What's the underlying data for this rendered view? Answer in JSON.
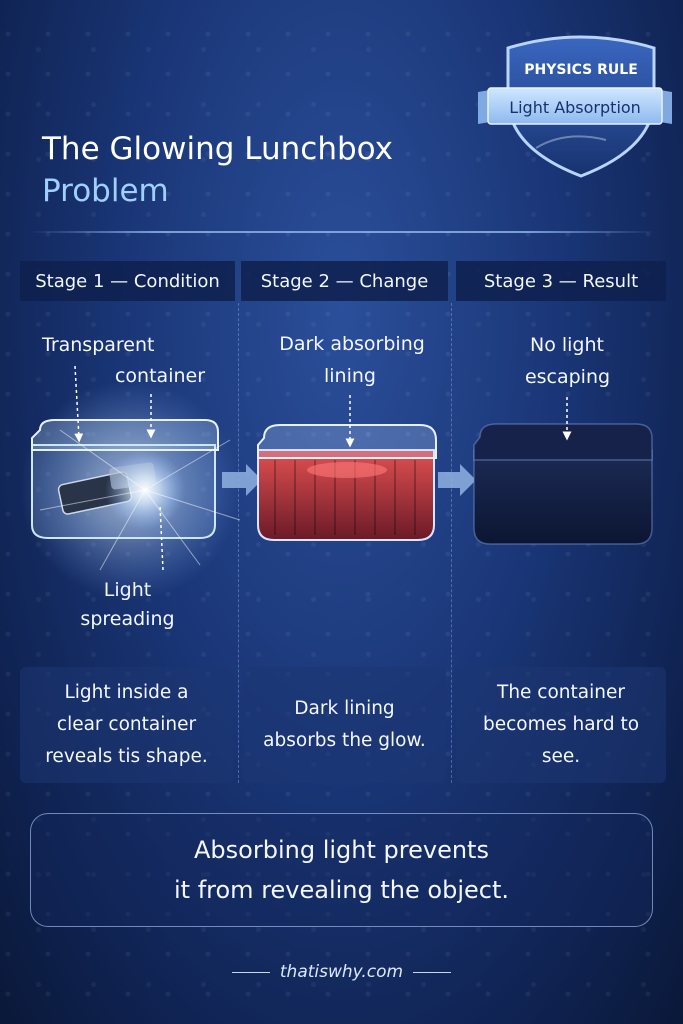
{
  "badge": {
    "top": "PHYSICS RULE",
    "banner": "Light Absorption"
  },
  "title": {
    "line1": "The Glowing Lunchbox",
    "line2": "Problem"
  },
  "stages": [
    {
      "header": "Stage 1 — Condition",
      "labels": [
        "Transparent",
        "container",
        "Light",
        "spreading"
      ],
      "description": [
        "Light inside a",
        "clear container",
        "reveals tis shape."
      ]
    },
    {
      "header": "Stage 2 — Change",
      "labels": [
        "Dark absorbing",
        "lining"
      ],
      "description": [
        "Dark lining",
        "absorbs the glow."
      ]
    },
    {
      "header": "Stage 3 — Result",
      "labels": [
        "No light",
        "escaping"
      ],
      "description": [
        "The container",
        "becomes hard to see."
      ]
    }
  ],
  "conclusion": [
    "Absorbing light prevents",
    "it from revealing the object."
  ],
  "footer": "thatiswhy.com",
  "colors": {
    "accent": "#9fd0ff",
    "background": "#1a3677",
    "lining": "#c0392b"
  }
}
